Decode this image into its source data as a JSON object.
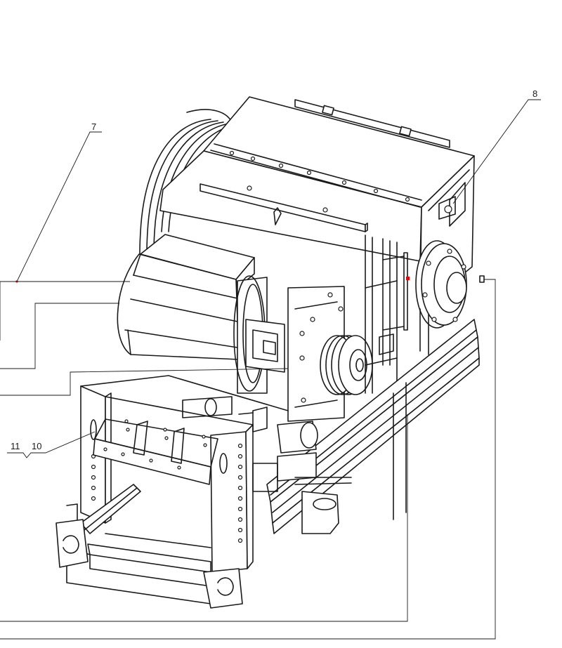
{
  "callouts": {
    "c7": "7",
    "c8": "8",
    "c10": "10",
    "c11": "11"
  },
  "colors": {
    "line": "#1a1a1a",
    "background": "#ffffff",
    "red_marker": "#d01010",
    "cyan_marker": "#29b6d6"
  }
}
